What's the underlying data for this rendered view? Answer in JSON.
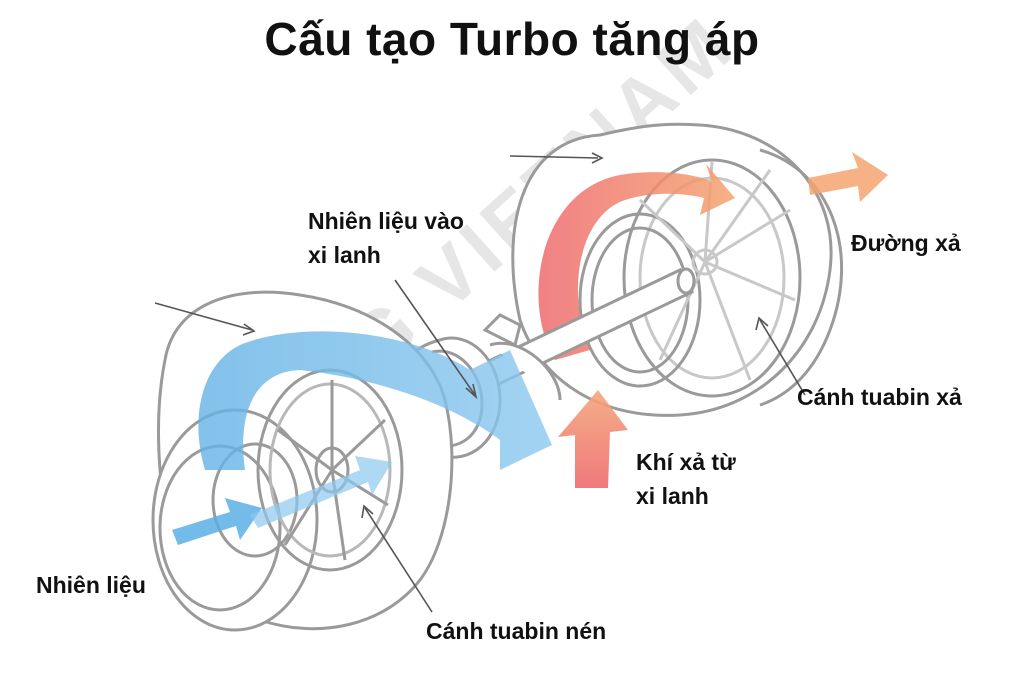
{
  "title": "Cấu tạo Turbo tăng áp",
  "watermark": "SDLG VIETNAM",
  "labels": {
    "fuel_to_cylinder_line1": "Nhiên liệu vào",
    "fuel_to_cylinder_line2": "xi lanh",
    "exhaust_outlet": "Đường xả",
    "exhaust_turbine_blade": "Cánh tuabin xả",
    "exhaust_from_cylinder_line1": "Khí xả từ",
    "exhaust_from_cylinder_line2": "xi lanh",
    "fuel_intake": "Nhiên liệu",
    "compressor_blade": "Cánh tuabin nén"
  },
  "colors": {
    "outline": "#9a9a9a",
    "intake_flow": "#6cb6e6",
    "exhaust_flow_start": "#f4a46e",
    "exhaust_flow_end": "#ee6a6e",
    "text": "#111111",
    "watermark": "#e6e6e6"
  }
}
